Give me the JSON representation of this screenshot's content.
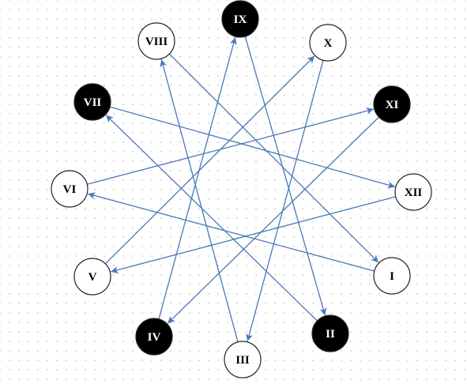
{
  "nodes": [
    {
      "id": "I",
      "label": "I",
      "filled": false
    },
    {
      "id": "II",
      "label": "II",
      "filled": true
    },
    {
      "id": "III",
      "label": "III",
      "filled": false
    },
    {
      "id": "IV",
      "label": "IV",
      "filled": true
    },
    {
      "id": "V",
      "label": "V",
      "filled": false
    },
    {
      "id": "VI",
      "label": "VI",
      "filled": false
    },
    {
      "id": "VII",
      "label": "VII",
      "filled": true
    },
    {
      "id": "VIII",
      "label": "VIII",
      "filled": false
    },
    {
      "id": "IX",
      "label": "IX",
      "filled": true
    },
    {
      "id": "X",
      "label": "X",
      "filled": false
    },
    {
      "id": "XI",
      "label": "XI",
      "filled": true
    },
    {
      "id": "XII",
      "label": "XII",
      "filled": false
    }
  ],
  "edges": [
    {
      "from": "I",
      "to": "VI"
    },
    {
      "from": "VI",
      "to": "XI"
    },
    {
      "from": "XI",
      "to": "IV"
    },
    {
      "from": "IV",
      "to": "IX"
    },
    {
      "from": "IX",
      "to": "II"
    },
    {
      "from": "II",
      "to": "VII"
    },
    {
      "from": "VII",
      "to": "XII"
    },
    {
      "from": "XII",
      "to": "V"
    },
    {
      "from": "V",
      "to": "X"
    },
    {
      "from": "X",
      "to": "III"
    },
    {
      "from": "III",
      "to": "VIII"
    },
    {
      "from": "VIII",
      "to": "I"
    }
  ],
  "colors": {
    "edge": "#4a78b8",
    "node_filled": "#000000",
    "node_empty": "#ffffff",
    "node_stroke": "#222222",
    "label_on_filled": "#ffffff",
    "label_on_empty": "#000000",
    "grid_dot": "#d4d4d4"
  }
}
